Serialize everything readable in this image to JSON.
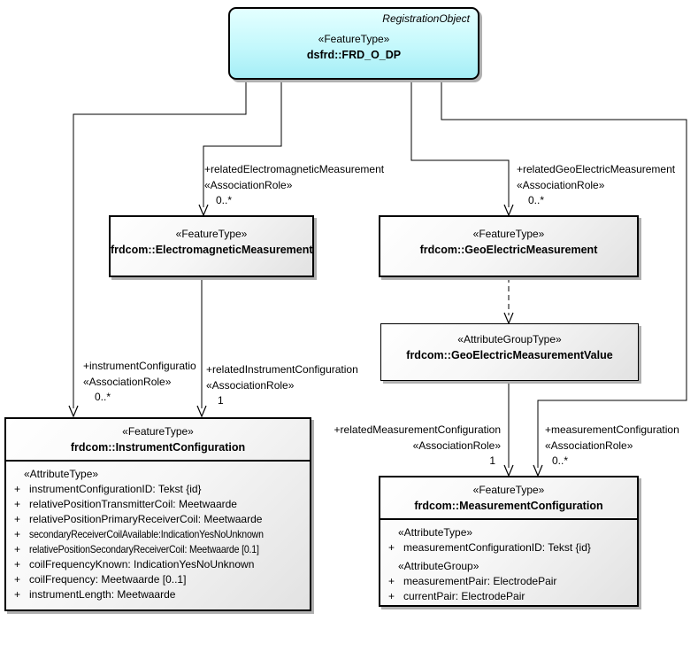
{
  "colors": {
    "registration_fill_top": "#e4ffff",
    "registration_fill_bottom": "#a5eef6",
    "class_fill": "#eeeeee",
    "border": "#000000",
    "shadow": "#b0b0b0",
    "background": "#ffffff"
  },
  "classes": {
    "frd": {
      "annotation": "RegistrationObject",
      "stereotype": "«FeatureType»",
      "name": "dsfrd::FRD_O_DP"
    },
    "em": {
      "stereotype": "«FeatureType»",
      "name": "frdcom::ElectromagneticMeasurement"
    },
    "geo": {
      "stereotype": "«FeatureType»",
      "name": "frdcom::GeoElectricMeasurement"
    },
    "geoval": {
      "stereotype": "«AttributeGroupType»",
      "name": "frdcom::GeoElectricMeasurementValue"
    },
    "ic": {
      "stereotype": "«FeatureType»",
      "name": "frdcom::InstrumentConfiguration",
      "section_header": "«AttributeType»",
      "attrs": [
        {
          "vis": "+",
          "text": "instrumentConfigurationID: Tekst {id}"
        },
        {
          "vis": "+",
          "text": "relativePositionTransmitterCoil: Meetwaarde"
        },
        {
          "vis": "+",
          "text": "relativePositionPrimaryReceiverCoil: Meetwaarde"
        },
        {
          "vis": "+",
          "text": "secondaryReceiverCoilAvailable:IndicationYesNoUnknown"
        },
        {
          "vis": "+",
          "text": "relativePositionSecondaryReceiverCoil: Meetwaarde [0.1]"
        },
        {
          "vis": "+",
          "text": "coilFrequencyKnown: IndicationYesNoUnknown"
        },
        {
          "vis": "+",
          "text": "coilFrequency: Meetwaarde [0..1]"
        },
        {
          "vis": "+",
          "text": "instrumentLength: Meetwaarde"
        }
      ]
    },
    "mc": {
      "stereotype": "«FeatureType»",
      "name": "frdcom::MeasurementConfiguration",
      "section1_header": "«AttributeType»",
      "attrs1": [
        {
          "vis": "+",
          "text": "measurementConfigurationID: Tekst {id}"
        }
      ],
      "section2_header": "«AttributeGroup»",
      "attrs2": [
        {
          "vis": "+",
          "text": "measurementPair: ElectrodePair"
        },
        {
          "vis": "+",
          "text": "currentPair: ElectrodePair"
        }
      ]
    }
  },
  "labels": {
    "rel_em": {
      "role": "+relatedElectromagneticMeasurement",
      "stereotype": "«AssociationRole»",
      "multiplicity": "0..*"
    },
    "rel_geo": {
      "role": "+relatedGeoElectricMeasurement",
      "stereotype": "«AssociationRole»",
      "multiplicity": "0..*"
    },
    "inst_conf": {
      "role": "+instrumentConfiguratio",
      "stereotype": "«AssociationRole»",
      "multiplicity": "0..*"
    },
    "rel_inst": {
      "role": "+relatedInstrumentConfiguration",
      "stereotype": "«AssociationRole»",
      "multiplicity": "1"
    },
    "rel_meas": {
      "role": "+relatedMeasurementConfiguration",
      "stereotype": "«AssociationRole»",
      "multiplicity": "1"
    },
    "meas_conf": {
      "role": "+measurementConfiguration",
      "stereotype": "«AssociationRole»",
      "multiplicity": "0..*"
    }
  }
}
